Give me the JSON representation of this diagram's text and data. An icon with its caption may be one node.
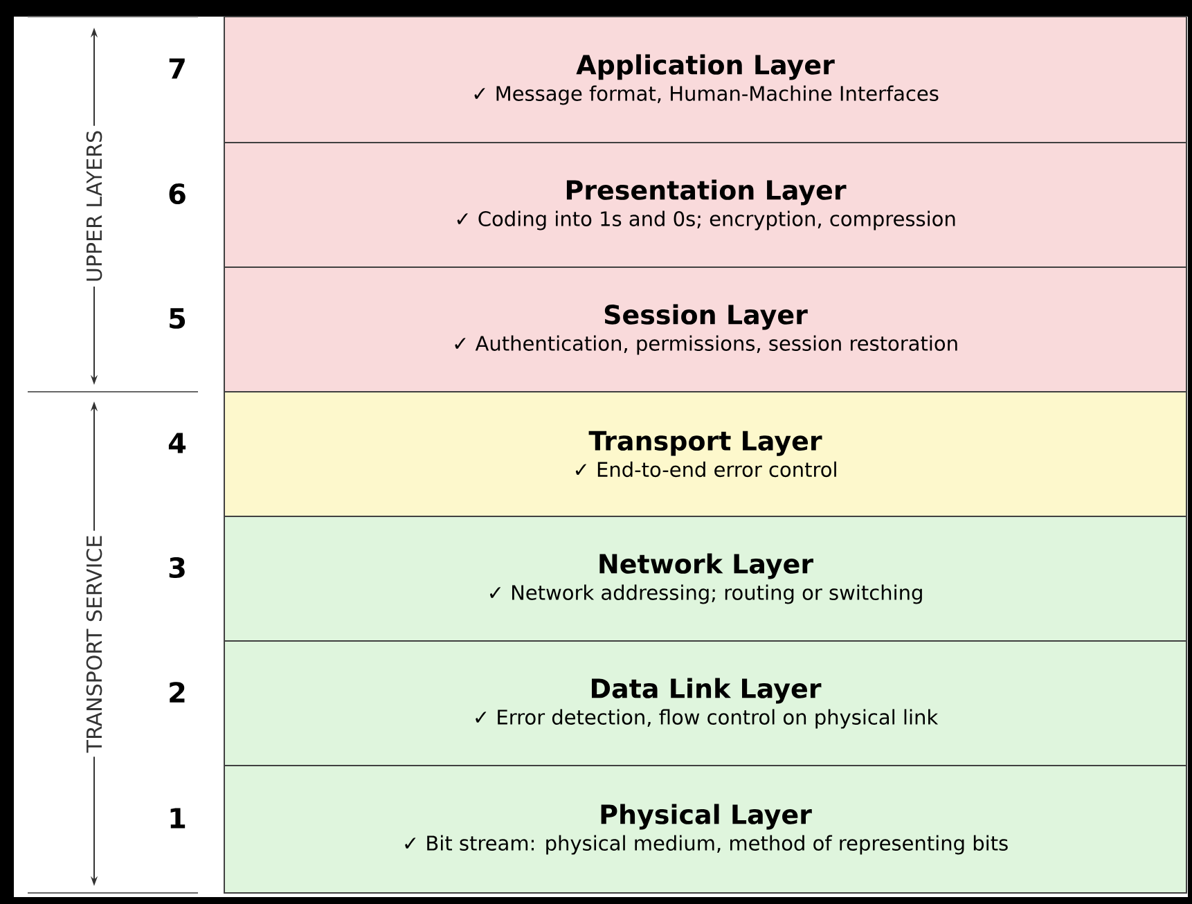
{
  "diagram": {
    "nodes": [
      {
        "text": [
          "Application Layer",
          "✓ Message format, Human-Machine Interfaces"
        ],
        "beside": [
          "7"
        ]
      },
      {
        "text": [
          "Presentation Layer",
          "✓ Coding into 1s and 0s; encryption, compression"
        ],
        "beside": [
          "6"
        ]
      },
      {
        "text": [
          "Session Layer",
          "✓ Authentication, permissions, session restoration"
        ],
        "beside": [
          "5"
        ]
      },
      {
        "text": [
          "Transport Layer",
          "✓ End-to-end error control"
        ],
        "beside": [
          "4"
        ]
      },
      {
        "text": [
          "Network Layer",
          "✓ Network addressing; routing or switching"
        ],
        "beside": [
          "3"
        ]
      },
      {
        "text": [
          "Data Link Layer",
          "✓ Error detection, flow control on physical link"
        ],
        "beside": [
          "2"
        ]
      },
      {
        "text": [
          "Physical Layer",
          "✓ Bit stream: physical medium, method of representing bits"
        ],
        "beside": [
          "1"
        ]
      }
    ],
    "labels": [
      "UPPER LAYERS",
      "TRANSPORT SERVICE"
    ]
  }
}
